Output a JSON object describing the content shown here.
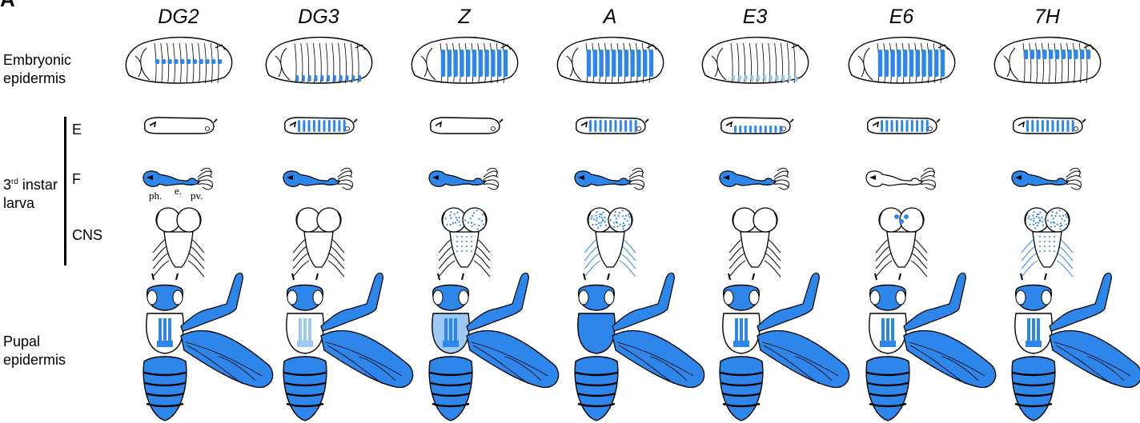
{
  "panel_letter": "A",
  "columns": [
    {
      "name": "DG2",
      "embryo": "mid",
      "e": 0,
      "f": "full",
      "cns": "none",
      "pupal": "scutum"
    },
    {
      "name": "DG3",
      "embryo": "ventral",
      "e": 1,
      "f": "full",
      "cns": "none",
      "pupal": "scutum-pale"
    },
    {
      "name": "Z",
      "embryo": "full",
      "e": 0,
      "f": "full",
      "cns": "scatter",
      "pupal": "light-thorax"
    },
    {
      "name": "A",
      "embryo": "full",
      "e": 1,
      "f": "full",
      "cns": "lobes-nerves",
      "pupal": "full-thorax"
    },
    {
      "name": "E3",
      "embryo": "ventral-light",
      "e": 2,
      "f": "full",
      "cns": "none",
      "pupal": "scutum"
    },
    {
      "name": "E6",
      "embryo": "full",
      "e": 1,
      "f": "none",
      "cns": "dots",
      "pupal": "scutum"
    },
    {
      "name": "7H",
      "embryo": "band",
      "e": 1,
      "f": "full",
      "cns": "dense-nerves",
      "pupal": "scutum"
    }
  ],
  "rows": {
    "embryonic": "Embryonic epidermis",
    "larva_pre": "3",
    "larva_sup": "rd",
    "larva_post": " instar larva",
    "pupal": "Pupal epidermis"
  },
  "sub_rows": {
    "e": "E",
    "f": "F",
    "cns": "CNS"
  },
  "foregut_labels": {
    "ph": "ph.",
    "e": "e.",
    "pv": "pv."
  },
  "colors": {
    "blue": "#2f86ea",
    "light_blue": "#9ccaf5",
    "outline": "#000000"
  }
}
